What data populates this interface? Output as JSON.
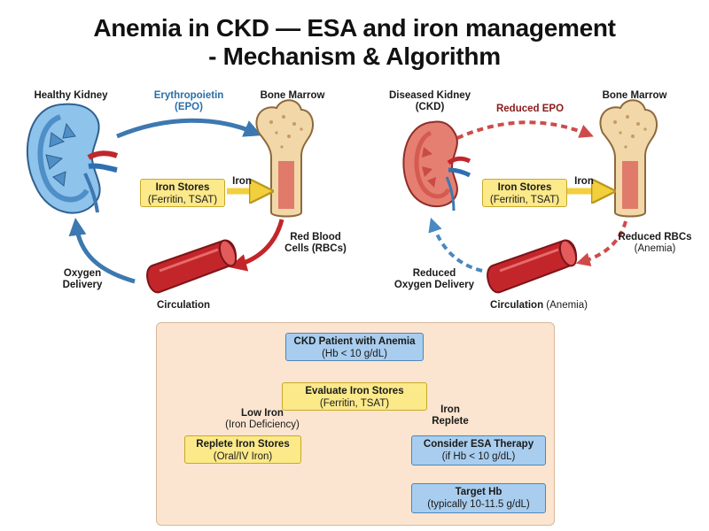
{
  "title": {
    "line1": "Anemia in CKD — ESA and iron management",
    "line2": "- Mechanism & Algorithm"
  },
  "left_cycle": {
    "kidney_label": "Healthy Kidney",
    "epo_label_1": "Erythropoietin",
    "epo_label_2": "(EPO)",
    "marrow_label": "Bone Marrow",
    "iron_box_1": "Iron Stores",
    "iron_box_2": "(Ferritin, TSAT)",
    "iron_arrow_label": "Iron",
    "rbc_label_1": "Red Blood",
    "rbc_label_2": "Cells (RBCs)",
    "circulation_label": "Circulation",
    "oxygen_label_1": "Oxygen",
    "oxygen_label_2": "Delivery"
  },
  "right_cycle": {
    "kidney_label_1": "Diseased Kidney",
    "kidney_label_2": "(CKD)",
    "epo_label": "Reduced EPO",
    "marrow_label": "Bone Marrow",
    "iron_box_1": "Iron Stores",
    "iron_box_2": "(Ferritin, TSAT)",
    "iron_arrow_label": "Iron",
    "rbc_label_1": "Reduced RBCs",
    "rbc_label_2": "(Anemia)",
    "circulation_label_1": "Circulation",
    "circulation_label_2": "(Anemia)",
    "oxygen_label_1": "Reduced",
    "oxygen_label_2": "Oxygen Delivery"
  },
  "algorithm": {
    "start_1": "CKD Patient with Anemia",
    "start_2": "(Hb < 10 g/dL)",
    "evaluate_1": "Evaluate Iron Stores",
    "evaluate_2": "(Ferritin, TSAT)",
    "low_iron_1": "Low Iron",
    "low_iron_2": "(Iron Deficiency)",
    "replete_1": "Replete Iron Stores",
    "replete_2": "(Oral/IV Iron)",
    "iron_replete_1": "Iron",
    "iron_replete_2": "Replete",
    "esa_1": "Consider ESA Therapy",
    "esa_2": "(if Hb < 10 g/dL)",
    "target_1": "Target Hb",
    "target_2": "(typically 10-11.5 g/dL)"
  },
  "colors": {
    "ebox_yellow": "#fbe98a",
    "box_blue": "#a9cdee",
    "arrow_blue": "#3d78b0",
    "arrow_red": "#c2262b",
    "panel_bg": "#fbe5d0"
  }
}
